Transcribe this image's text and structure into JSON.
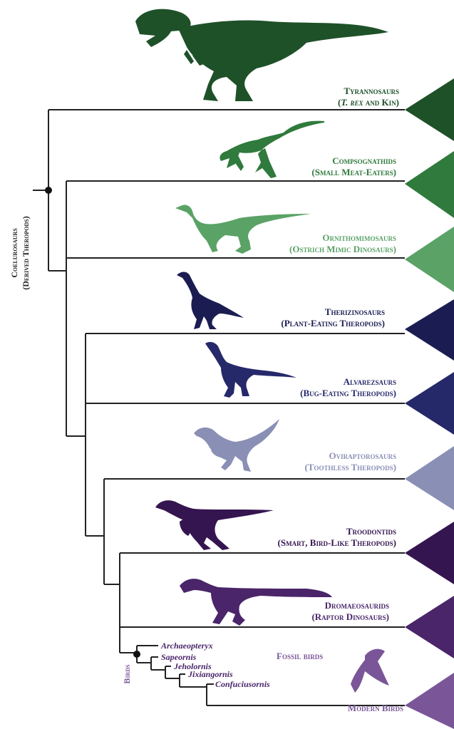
{
  "colors": {
    "tyrannosaurs": "#1e5128",
    "compsognathids": "#2f7a3c",
    "ornithomimosaurs": "#5aa266",
    "therizinosaurs": "#1b1d52",
    "alvarezsaurs": "#25296a",
    "oviraptorosaurs": "#8a8fb5",
    "troodontids": "#351550",
    "dromaeosaurids": "#4a2569",
    "birds": "#7a5699",
    "line": "#222222"
  },
  "root_clade": {
    "line1": "Coelurosaurs",
    "line2": "(Derived Theropods)"
  },
  "bird_clade": {
    "label": "Birds"
  },
  "groups": [
    {
      "id": "tyrannosaurs",
      "name": "Tyrannosaurs",
      "sub_pre": "(",
      "sub_italic": "T. rex",
      "sub_post": " and Kin)"
    },
    {
      "id": "compsognathids",
      "name": "Compsognathids",
      "sub": "(Small Meat-Eaters)"
    },
    {
      "id": "ornithomimosaurs",
      "name": "Ornithomimosaurs",
      "sub": "(Ostrich Mimic Dinosaurs)"
    },
    {
      "id": "therizinosaurs",
      "name": "Therizinosaurs",
      "sub": "(Plant-Eating Theropods)"
    },
    {
      "id": "alvarezsaurs",
      "name": "Alvarezsaurs",
      "sub": "(Bug-Eating Theropods)"
    },
    {
      "id": "oviraptorosaurs",
      "name": "Oviraptorosaurs",
      "sub": "(Toothless Theropods)"
    },
    {
      "id": "troodontids",
      "name": "Troodontids",
      "sub": "(Smart, Bird-Like Theropods)"
    },
    {
      "id": "dromaeosaurids",
      "name": "Dromaeosaurids",
      "sub": "(Raptor Dinosaurs)"
    }
  ],
  "fossil_birds": {
    "label": "Fossil birds",
    "taxa": [
      "Archaeopteryx",
      "Sapeornis",
      "Jeholornis",
      "Jixiangornis",
      "Confuciusornis"
    ]
  },
  "modern_birds": {
    "label": "Modern Birds"
  }
}
